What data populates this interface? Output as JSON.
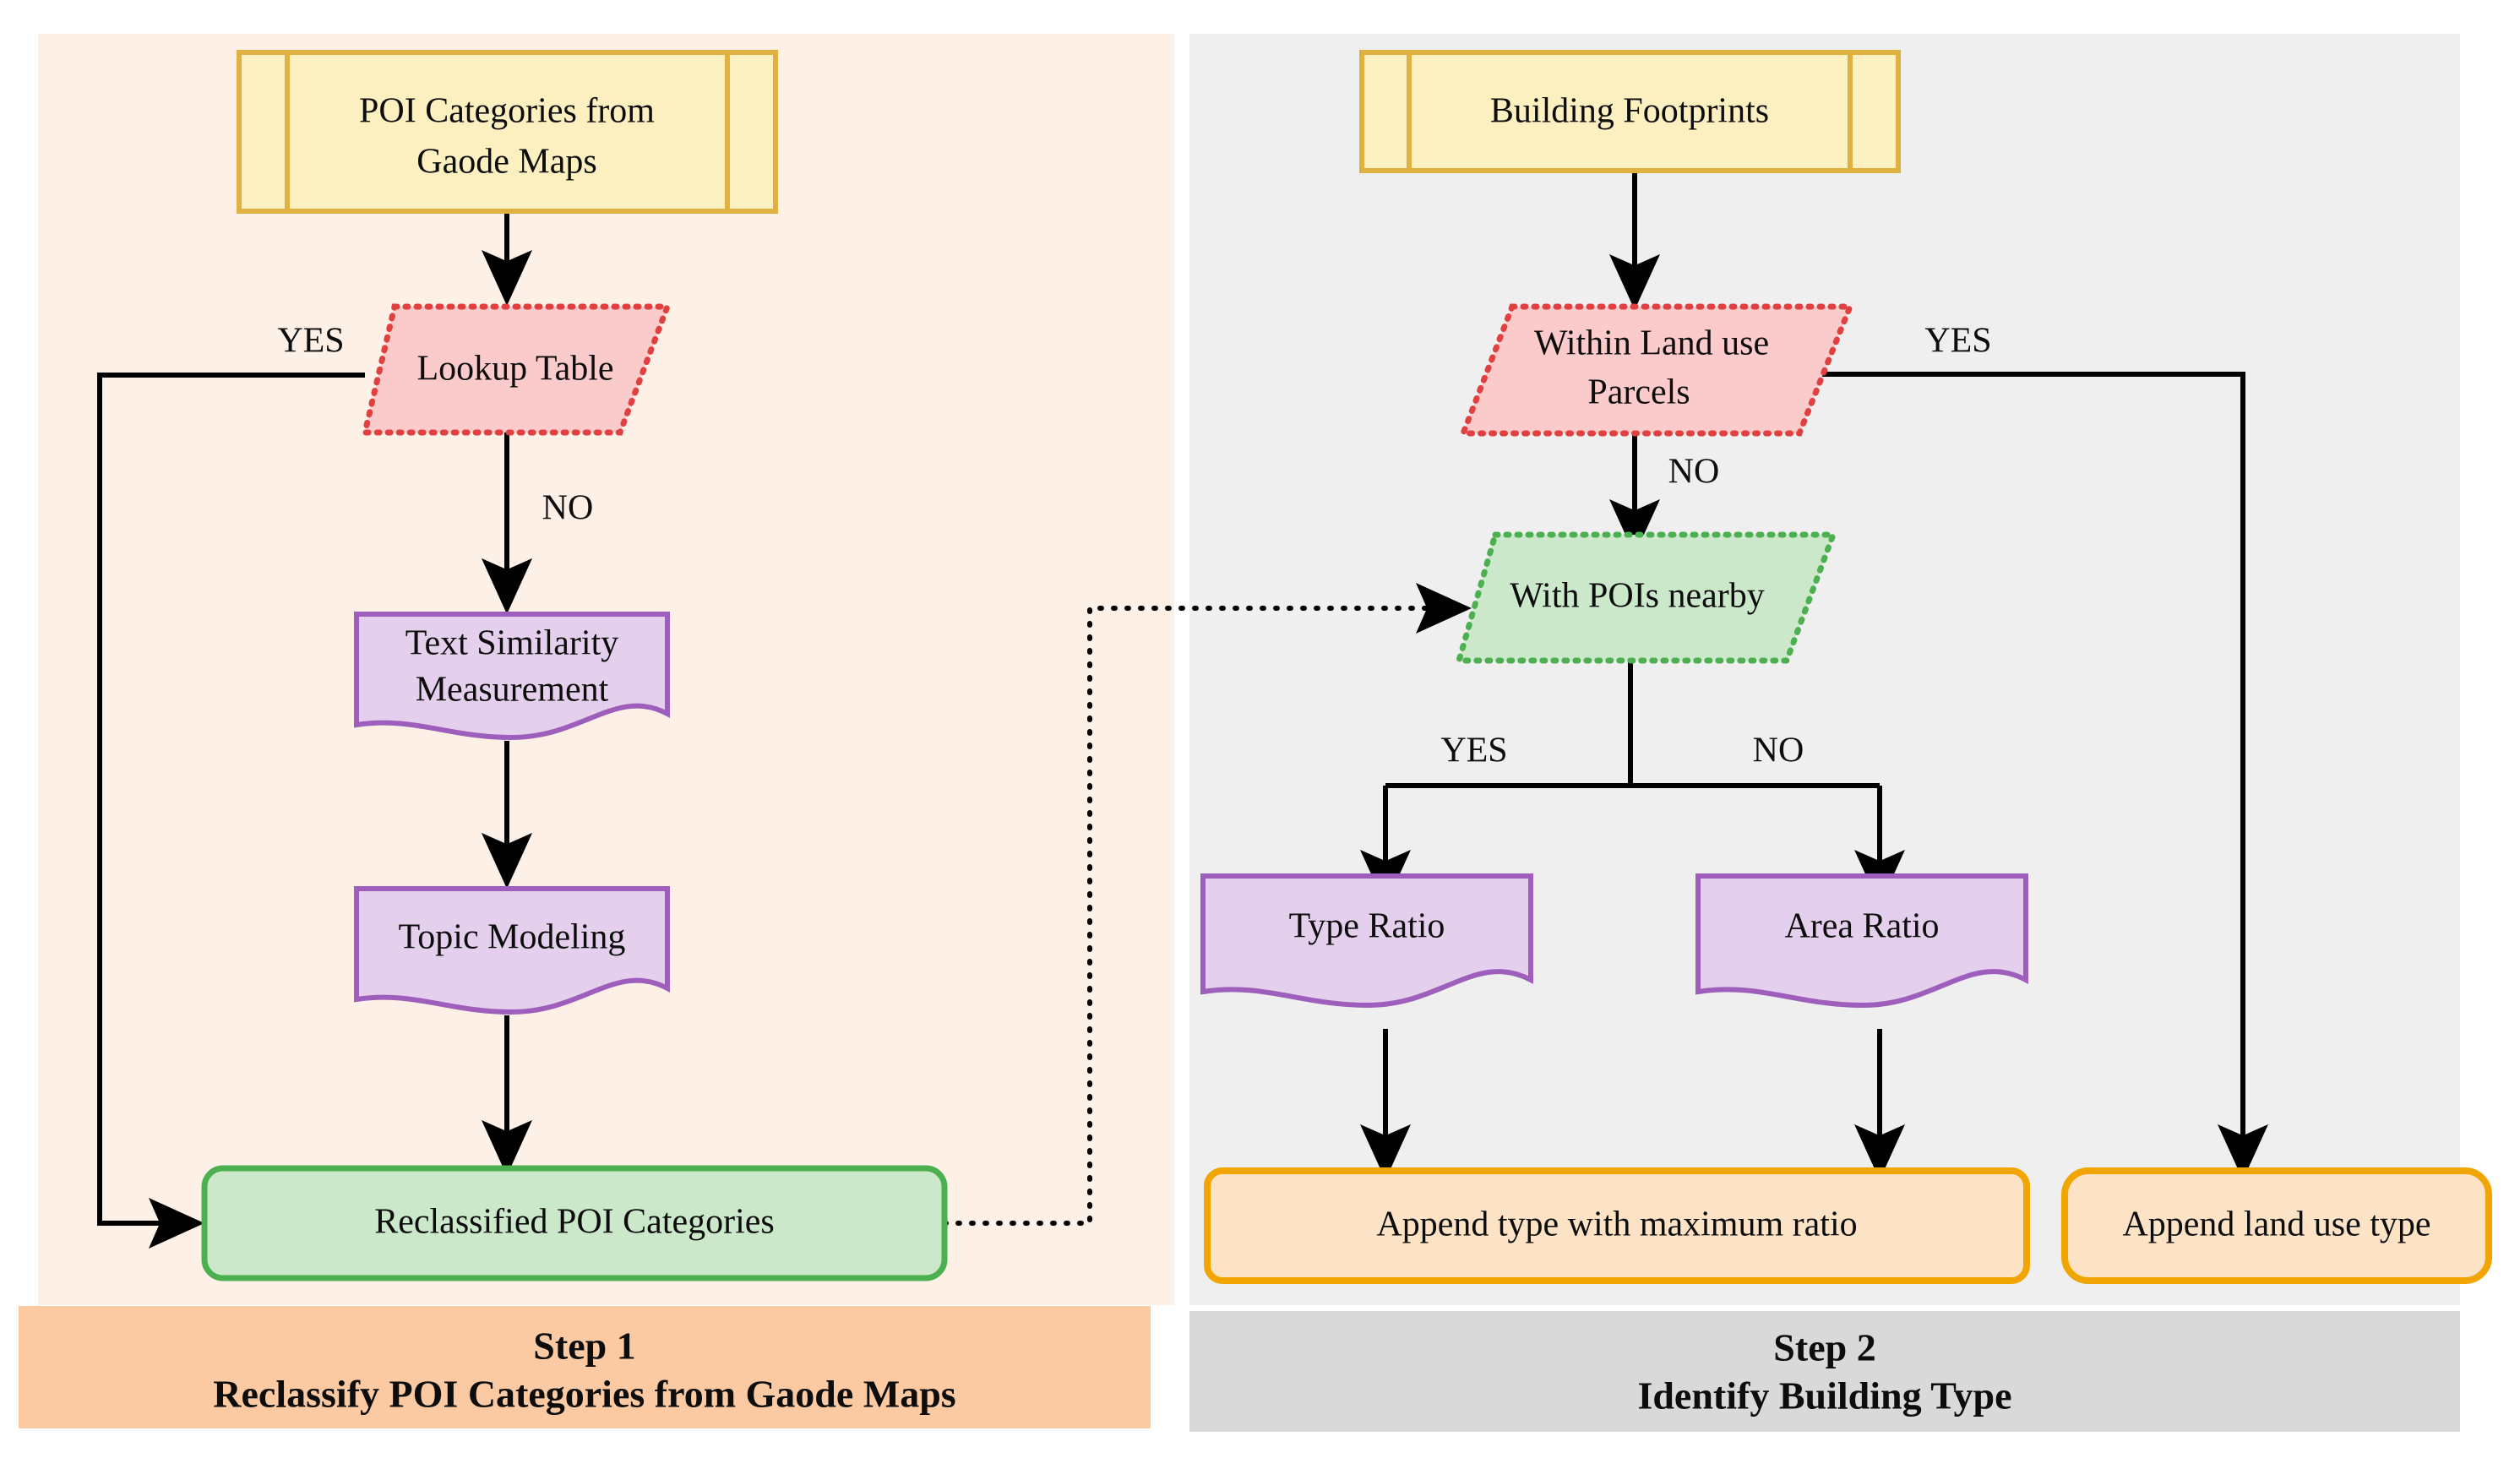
{
  "panels": [
    {
      "id": "step1",
      "body_color": "#fdf0e7",
      "footer_color": "#fbcaa2",
      "footer_title": "Step 1",
      "footer_subtitle": "Reclassify POI Categories from Gaode Maps"
    },
    {
      "id": "step2",
      "body_color": "#efefef",
      "footer_color": "#d9d9d9",
      "footer_title": "Step 2",
      "footer_subtitle": "Identify Building Type"
    }
  ],
  "nodes": {
    "poi_categories": {
      "label_line1": "POI Categories from",
      "label_line2": "Gaode Maps",
      "shape": "predefined-process",
      "fill": "#fcefc0",
      "stroke": "#e0b040"
    },
    "lookup_table": {
      "label": "Lookup Table",
      "shape": "parallelogram",
      "fill": "#fbcaca",
      "stroke": "#e04040"
    },
    "text_similarity": {
      "label_line1": "Text Similarity",
      "label_line2": "Measurement",
      "shape": "document",
      "fill": "#e4d0ec",
      "stroke": "#9d5fbb"
    },
    "topic_modeling": {
      "label": "Topic Modeling",
      "shape": "document",
      "fill": "#e4d0ec",
      "stroke": "#9d5fbb"
    },
    "reclassified_poi": {
      "label": "Reclassified POI Categories",
      "shape": "rounded-rect",
      "fill": "#cbe8cb",
      "stroke": "#4caf50"
    },
    "building_footprints": {
      "label": "Building Footprints",
      "shape": "predefined-process",
      "fill": "#fcefc0",
      "stroke": "#e0b040"
    },
    "within_land_use": {
      "label_line1": "Within Land use",
      "label_line2": "Parcels",
      "shape": "parallelogram",
      "fill": "#fbcaca",
      "stroke": "#e04040"
    },
    "with_pois_nearby": {
      "label": "With POIs nearby",
      "shape": "parallelogram",
      "fill": "#cbe8cb",
      "stroke": "#4caf50"
    },
    "type_ratio": {
      "label": "Type Ratio",
      "shape": "document",
      "fill": "#e4d0ec",
      "stroke": "#9d5fbb"
    },
    "area_ratio": {
      "label": "Area Ratio",
      "shape": "document",
      "fill": "#e4d0ec",
      "stroke": "#9d5fbb"
    },
    "append_max_ratio": {
      "label": "Append type with maximum ratio",
      "shape": "rounded-rect",
      "fill": "#fde3c5",
      "stroke": "#f0a500"
    },
    "append_land_use": {
      "label": "Append  land use type",
      "shape": "rounded-rect",
      "fill": "#fde3c5",
      "stroke": "#f0a500"
    }
  },
  "edge_labels": {
    "lookup_yes": "YES",
    "lookup_no": "NO",
    "landuse_yes": "YES",
    "landuse_no": "NO",
    "pois_yes": "YES",
    "pois_no": "NO"
  },
  "colors": {
    "arrow": "#000000",
    "panel1_body": "#fdf0e7",
    "panel1_footer": "#fbcaa2",
    "panel2_body": "#efefef",
    "panel2_footer": "#d9d9d9"
  }
}
